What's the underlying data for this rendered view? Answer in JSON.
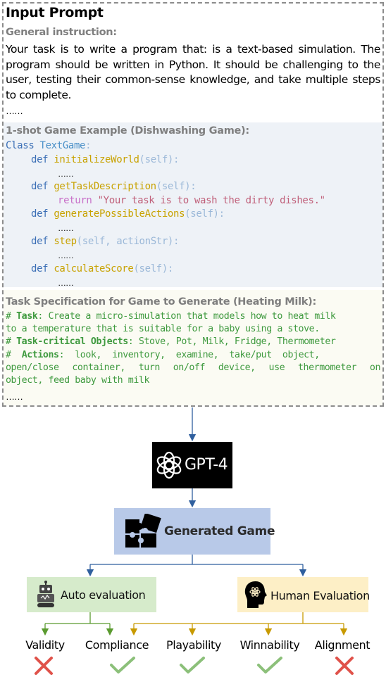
{
  "prompt": {
    "title": "Input Prompt",
    "general_heading": "General instruction:",
    "general_text": "Your task is to write a program that: is a text-based simulation. The program should be written in Python.  It should be challenging to the user, testing their common-sense knowledge, and take multiple steps to complete.",
    "ellipsis": "……",
    "example_heading": "1-shot Game Example (Dishwashing Game):",
    "code": {
      "class_kw": "Class",
      "class_name": "TextGame",
      "colon": ":",
      "def_kw": "def",
      "return_kw": "return",
      "init_fn": "initializeWorld",
      "task_fn": "getTaskDescription",
      "actions_fn": "generatePossibleActions",
      "step_fn": "step",
      "score_fn": "calculateScore",
      "self_args": "(self):",
      "step_args": "(self, actionStr):",
      "return_str": "\"Your task is to wash the dirty dishes.\"",
      "dots": "……"
    },
    "spec_heading": "Task Specification for Game to Generate (Heating Milk):",
    "spec": {
      "task_label": "Task",
      "task_text": ": Create a micro-simulation that models how to heat milk",
      "task_text2": "to a temperature that is suitable for a baby using a stove.",
      "objects_label": "Task-critical Objects",
      "objects_text": ": Stove, Pot, Milk, Fridge, Thermometer",
      "actions_label": "Actions",
      "actions_text": ":  look,  inventory,  examine,  take/put  object,",
      "actions_text2": "open/close container, turn on/off device, use thermometer on",
      "actions_text3": "object, feed baby with milk",
      "hash": "#"
    }
  },
  "model": {
    "label": "GPT-4"
  },
  "generated": {
    "label": "Generated Game"
  },
  "evaluators": {
    "auto": "Auto evaluation",
    "human": "Human Evaluation"
  },
  "metrics": [
    {
      "name": "Validity",
      "result": "fail"
    },
    {
      "name": "Compliance",
      "result": "pass"
    },
    {
      "name": "Playability",
      "result": "pass"
    },
    {
      "name": "Winnability",
      "result": "pass"
    },
    {
      "name": "Alignment",
      "result": "fail"
    }
  ],
  "colors": {
    "arrow_blue": "#2f5f9e",
    "arrow_green": "#5a9a2f",
    "arrow_gold": "#c89a00",
    "pass_green": "#8cc07a",
    "fail_red": "#e0524a"
  }
}
